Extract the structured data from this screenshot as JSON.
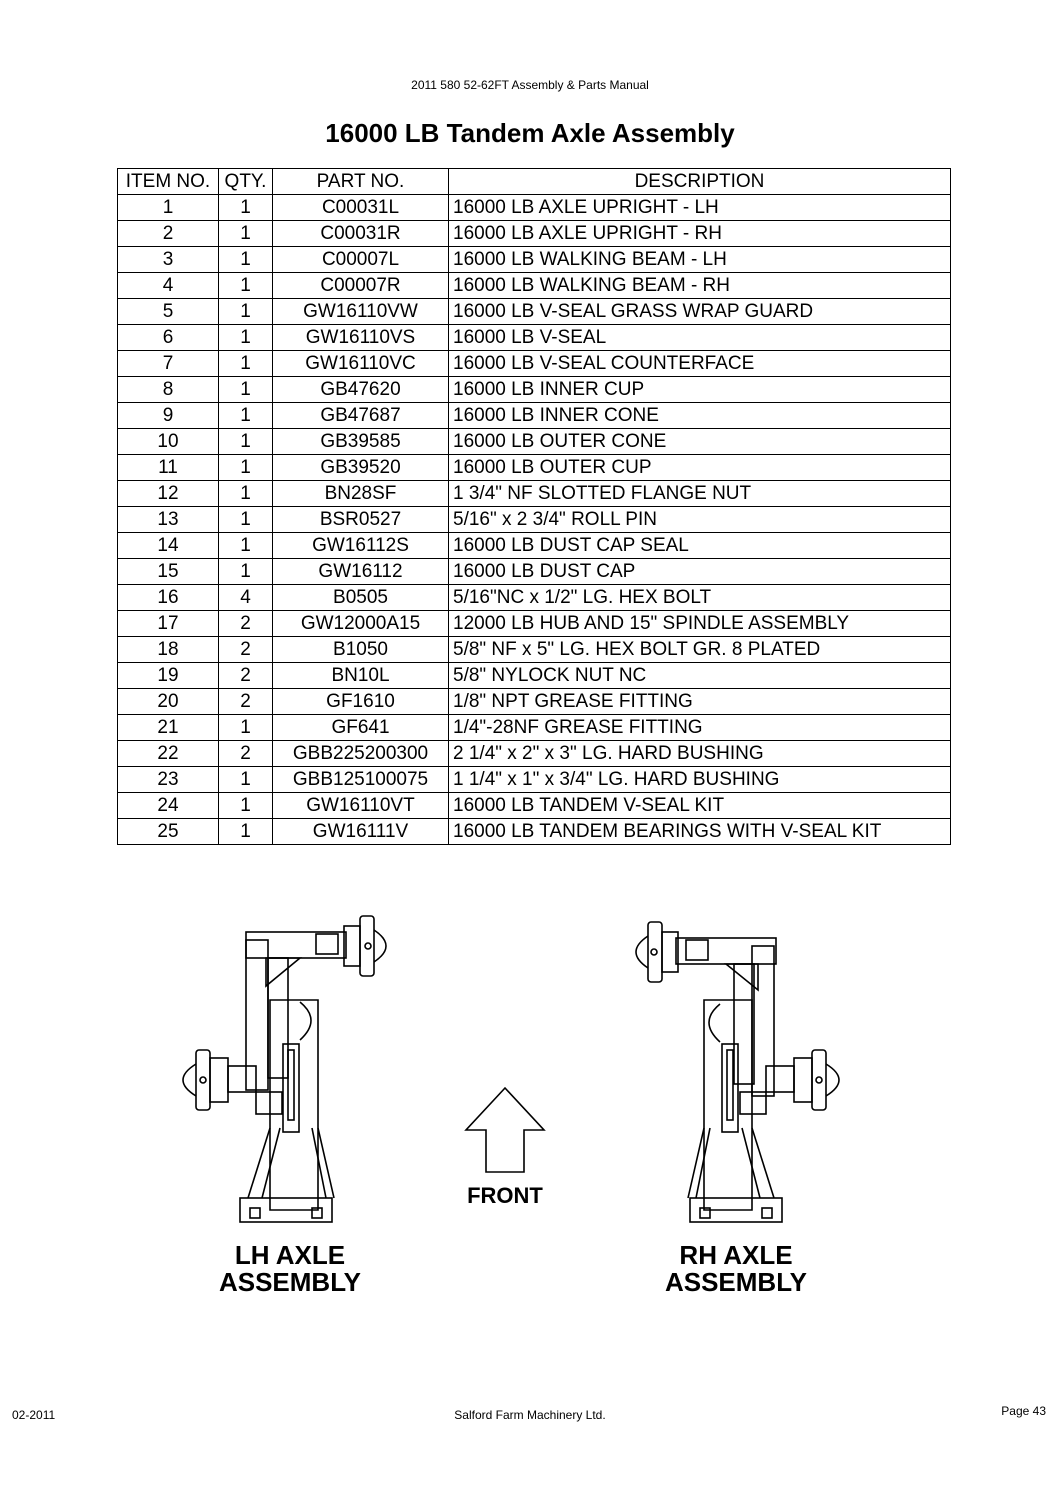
{
  "header": {
    "manual_title": "2011 580 52-62FT Assembly & Parts Manual"
  },
  "page_title": "16000 LB Tandem Axle Assembly",
  "table": {
    "headers": [
      "ITEM NO.",
      "QTY.",
      "PART NO.",
      "DESCRIPTION"
    ],
    "rows": [
      [
        "1",
        "1",
        "C00031L",
        "16000 LB AXLE UPRIGHT - LH"
      ],
      [
        "2",
        "1",
        "C00031R",
        "16000 LB AXLE UPRIGHT - RH"
      ],
      [
        "3",
        "1",
        "C00007L",
        "16000 LB WALKING BEAM - LH"
      ],
      [
        "4",
        "1",
        "C00007R",
        "16000 LB WALKING BEAM - RH"
      ],
      [
        "5",
        "1",
        "GW16110VW",
        "16000 LB V-SEAL GRASS WRAP GUARD"
      ],
      [
        "6",
        "1",
        "GW16110VS",
        "16000 LB V-SEAL"
      ],
      [
        "7",
        "1",
        "GW16110VC",
        "16000 LB V-SEAL COUNTERFACE"
      ],
      [
        "8",
        "1",
        "GB47620",
        "16000 LB INNER CUP"
      ],
      [
        "9",
        "1",
        "GB47687",
        "16000 LB INNER CONE"
      ],
      [
        "10",
        "1",
        "GB39585",
        "16000 LB OUTER CONE"
      ],
      [
        "11",
        "1",
        "GB39520",
        "16000 LB OUTER CUP"
      ],
      [
        "12",
        "1",
        "BN28SF",
        "1 3/4\" NF SLOTTED FLANGE NUT"
      ],
      [
        "13",
        "1",
        "BSR0527",
        "5/16\" x 2 3/4\" ROLL PIN"
      ],
      [
        "14",
        "1",
        "GW16112S",
        "16000 LB DUST CAP SEAL"
      ],
      [
        "15",
        "1",
        "GW16112",
        "16000 LB DUST CAP"
      ],
      [
        "16",
        "4",
        "B0505",
        "5/16\"NC x 1/2\" LG. HEX BOLT"
      ],
      [
        "17",
        "2",
        "GW12000A15",
        "12000 LB HUB AND 15\" SPINDLE ASSEMBLY"
      ],
      [
        "18",
        "2",
        "B1050",
        "5/8\" NF x 5\" LG. HEX BOLT GR. 8 PLATED"
      ],
      [
        "19",
        "2",
        "BN10L",
        "5/8\" NYLOCK NUT NC"
      ],
      [
        "20",
        "2",
        "GF1610",
        "1/8\" NPT GREASE FITTING"
      ],
      [
        "21",
        "1",
        "GF641",
        "1/4\"-28NF GREASE FITTING"
      ],
      [
        "22",
        "2",
        "GBB225200300",
        "2 1/4\" x 2\" x 3\" LG. HARD BUSHING"
      ],
      [
        "23",
        "1",
        "GBB125100075",
        "1 1/4\" x 1\" x 3/4\" LG. HARD BUSHING"
      ],
      [
        "24",
        "1",
        "GW16110VT",
        "16000 LB TANDEM V-SEAL KIT"
      ],
      [
        "25",
        "1",
        "GW16111V",
        "16000 LB TANDEM BEARINGS WITH V-SEAL KIT"
      ]
    ]
  },
  "drawing": {
    "lh_label_line1": "LH AXLE",
    "lh_label_line2": "ASSEMBLY",
    "rh_label_line1": "RH AXLE",
    "rh_label_line2": "ASSEMBLY",
    "front_label": "FRONT",
    "arrow_icon": "up-arrow-icon"
  },
  "footer": {
    "date": "02-2011",
    "company": "Salford Farm Machinery Ltd.",
    "page": "Page 43"
  }
}
